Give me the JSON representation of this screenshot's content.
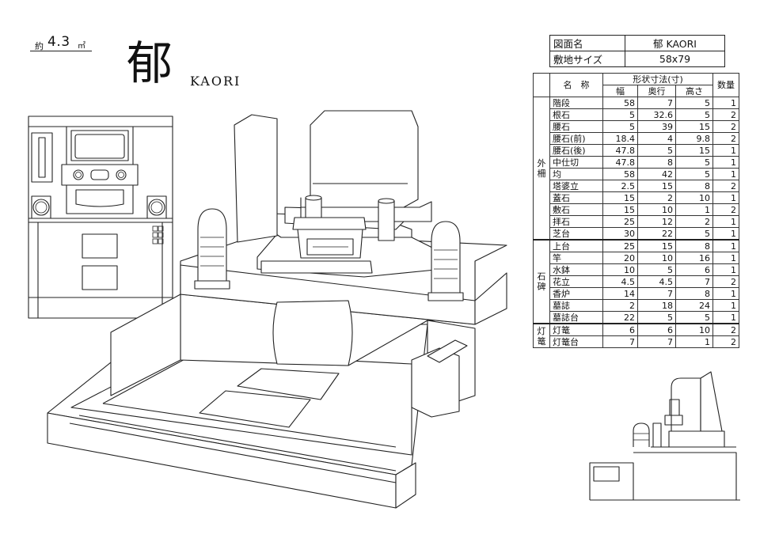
{
  "area": {
    "prefix": "約",
    "value": "4.3",
    "unit": "㎡"
  },
  "title": {
    "kanji": "郁",
    "roman": "KAORI"
  },
  "info": [
    {
      "label": "図面名",
      "value": "郁 KAORI"
    },
    {
      "label": "敷地サイズ",
      "value": "58x79"
    }
  ],
  "spec": {
    "header_top": "形状寸法(寸)",
    "col_name": "名　称",
    "col_width": "幅",
    "col_depth": "奥行",
    "col_height": "高さ",
    "col_qty": "数量",
    "groups": [
      {
        "label": "外\n柵",
        "rows": [
          {
            "name": "階段",
            "w": "58",
            "d": "7",
            "h": "5",
            "q": "1"
          },
          {
            "name": "根石",
            "w": "5",
            "d": "32.6",
            "h": "5",
            "q": "2"
          },
          {
            "name": "腰石",
            "w": "5",
            "d": "39",
            "h": "15",
            "q": "2"
          },
          {
            "name": "腰石(前)",
            "w": "18.4",
            "d": "4",
            "h": "9.8",
            "q": "2"
          },
          {
            "name": "腰石(後)",
            "w": "47.8",
            "d": "5",
            "h": "15",
            "q": "1"
          },
          {
            "name": "中仕切",
            "w": "47.8",
            "d": "8",
            "h": "5",
            "q": "1"
          },
          {
            "name": "均",
            "w": "58",
            "d": "42",
            "h": "5",
            "q": "1"
          },
          {
            "name": "塔婆立",
            "w": "2.5",
            "d": "15",
            "h": "8",
            "q": "2"
          },
          {
            "name": "蓋石",
            "w": "15",
            "d": "2",
            "h": "10",
            "q": "1"
          },
          {
            "name": "敷石",
            "w": "15",
            "d": "10",
            "h": "1",
            "q": "2"
          },
          {
            "name": "拝石",
            "w": "25",
            "d": "12",
            "h": "2",
            "q": "1"
          },
          {
            "name": "芝台",
            "w": "30",
            "d": "22",
            "h": "5",
            "q": "1"
          }
        ]
      },
      {
        "label": "石\n碑",
        "rows": [
          {
            "name": "上台",
            "w": "25",
            "d": "15",
            "h": "8",
            "q": "1"
          },
          {
            "name": "竿",
            "w": "20",
            "d": "10",
            "h": "16",
            "q": "1"
          },
          {
            "name": "水鉢",
            "w": "10",
            "d": "5",
            "h": "6",
            "q": "1"
          },
          {
            "name": "花立",
            "w": "4.5",
            "d": "4.5",
            "h": "7",
            "q": "2"
          },
          {
            "name": "香炉",
            "w": "14",
            "d": "7",
            "h": "8",
            "q": "1"
          },
          {
            "name": "墓誌",
            "w": "2",
            "d": "18",
            "h": "24",
            "q": "1"
          },
          {
            "name": "墓誌台",
            "w": "22",
            "d": "5",
            "h": "5",
            "q": "1"
          }
        ]
      },
      {
        "label": "灯\n篭",
        "rows": [
          {
            "name": "灯篭",
            "w": "6",
            "d": "6",
            "h": "10",
            "q": "2"
          },
          {
            "name": "灯篭台",
            "w": "7",
            "d": "7",
            "h": "1",
            "q": "2"
          }
        ]
      }
    ]
  }
}
